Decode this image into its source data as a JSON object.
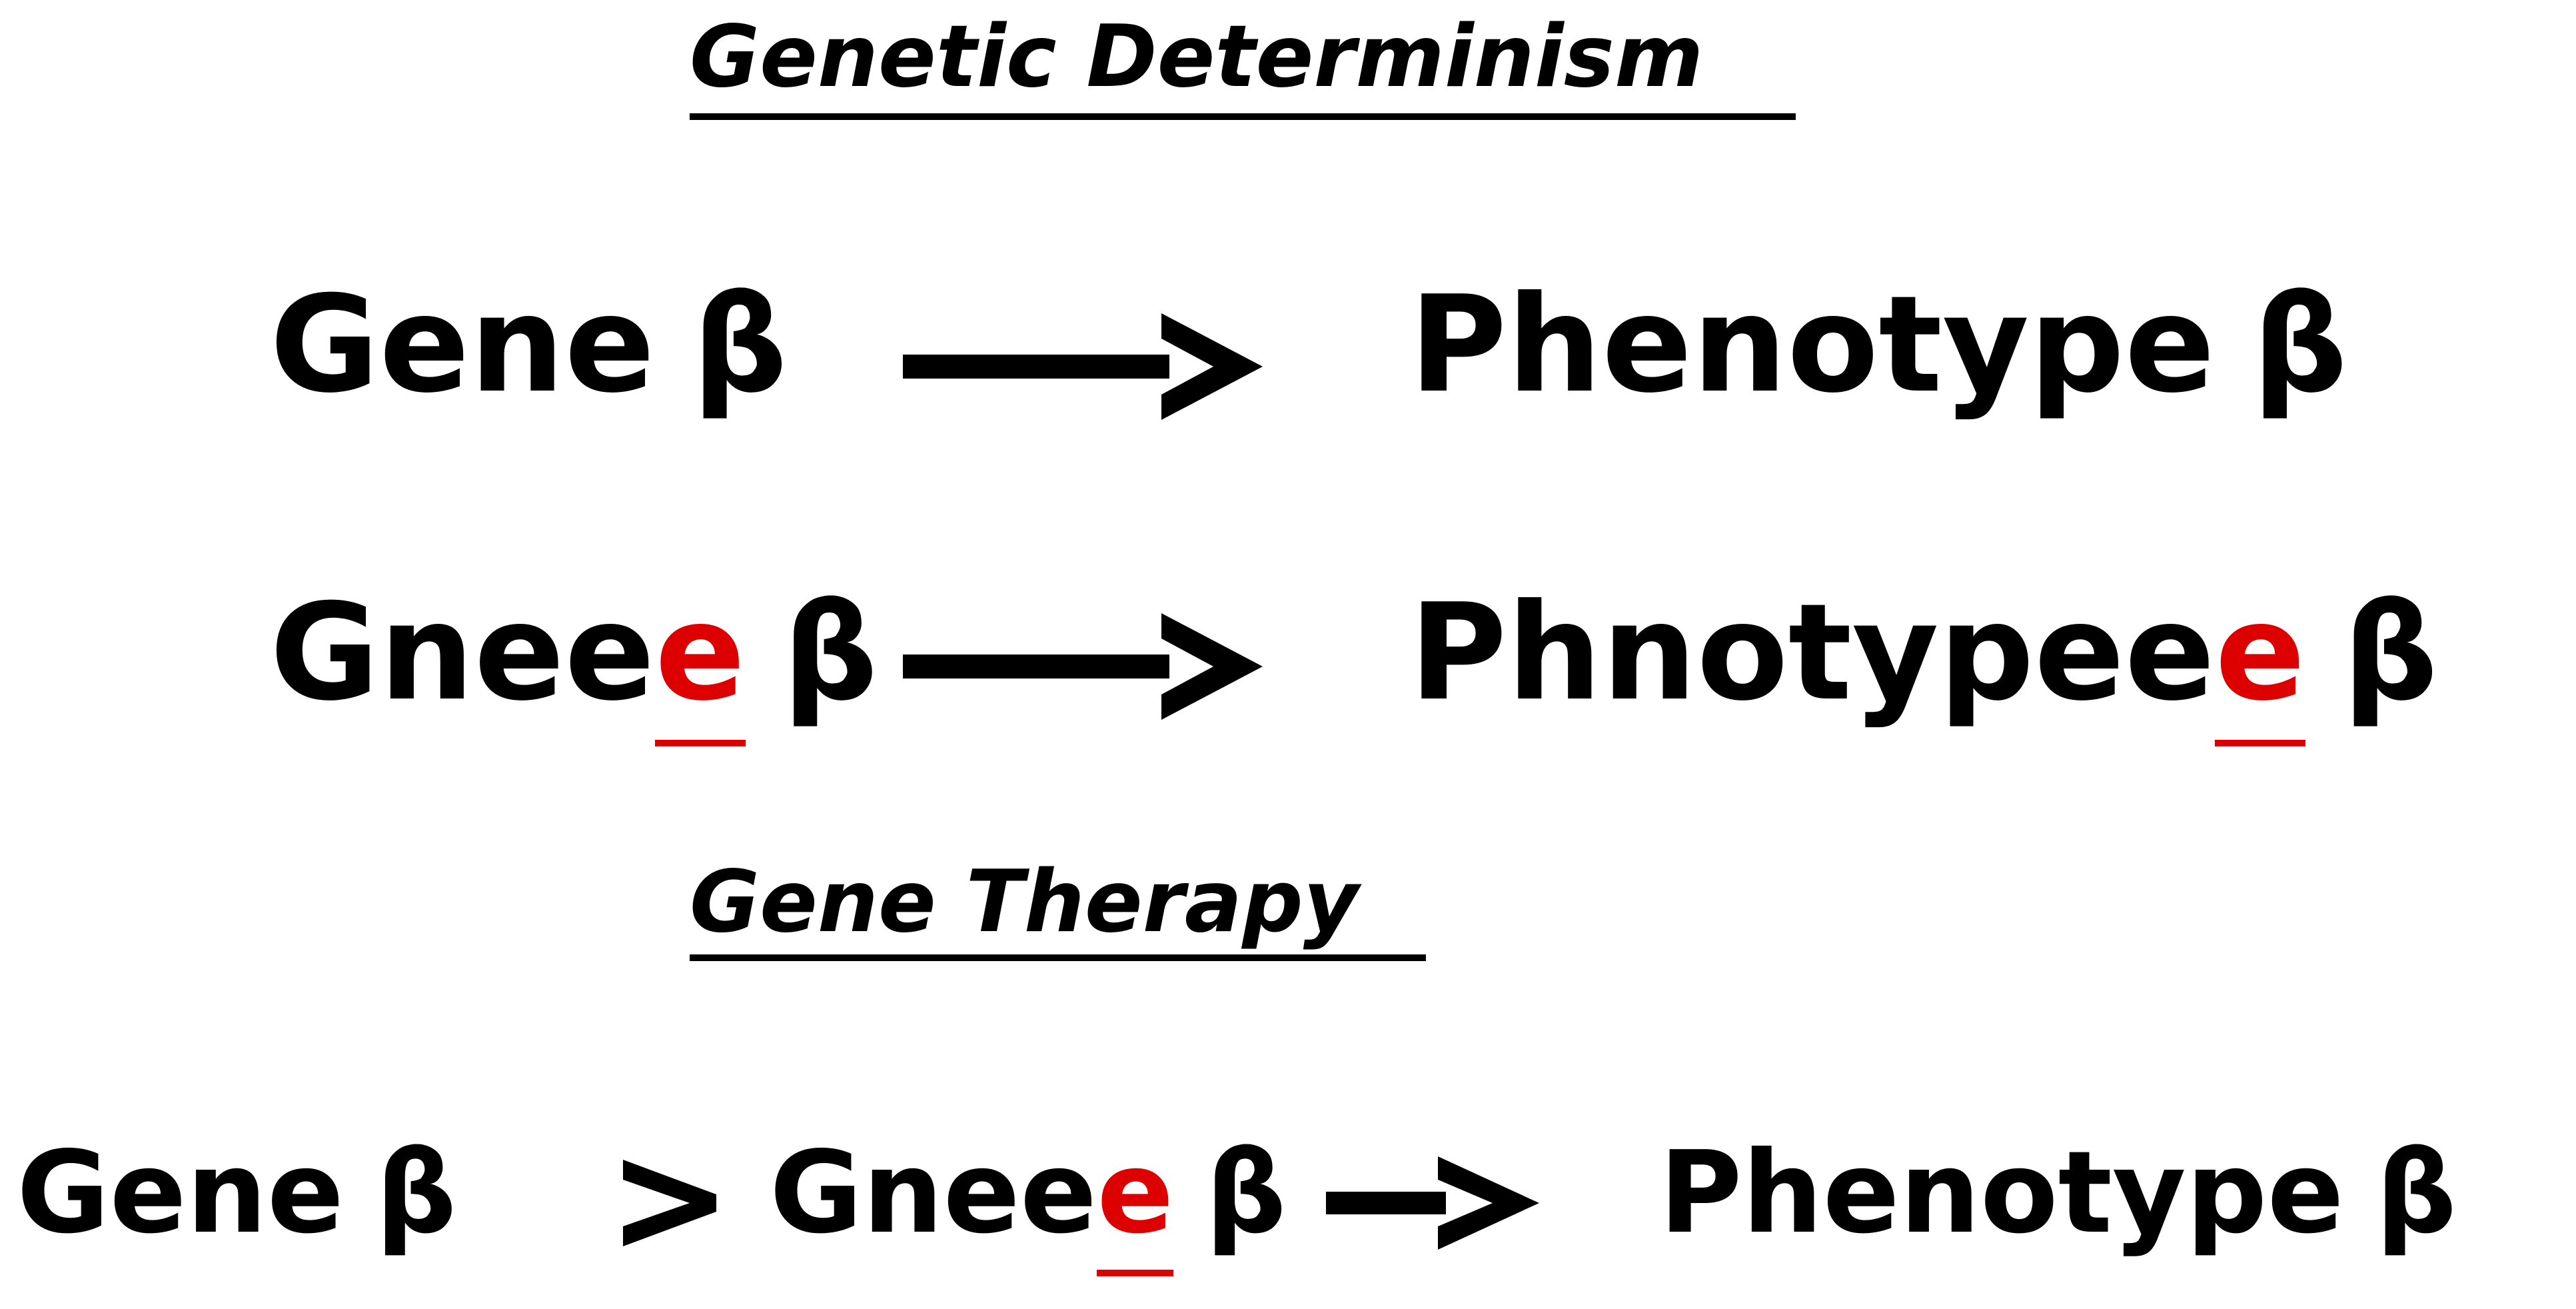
{
  "headings": {
    "determinism": "Genetic Determinism",
    "therapy": "Gene Therapy"
  },
  "rows": {
    "normal": {
      "gene": "Gene",
      "beta": "β",
      "phenotype": "Phenotype",
      "phenotype_beta": "β"
    },
    "mutant": {
      "gene_base": "Gne",
      "gene_mid": "e",
      "gene_extra": "e",
      "beta": "β",
      "phenotype_base": "Phnotype",
      "phenotype_mid": "e",
      "phenotype_extra": "e",
      "phenotype_beta": "β"
    },
    "therapy": {
      "gene": "Gene",
      "beta": "β",
      "mutant_base": "Gne",
      "mutant_mid": "e",
      "mutant_extra": "e",
      "mutant_beta": "β",
      "phenotype": "Phenotype",
      "phenotype_beta": "β"
    }
  },
  "colors": {
    "text": "#000000",
    "highlight": "#dd0000"
  },
  "icons": {
    "arrow": "right-arrow-icon",
    "greater_than": "greater-than-icon"
  }
}
